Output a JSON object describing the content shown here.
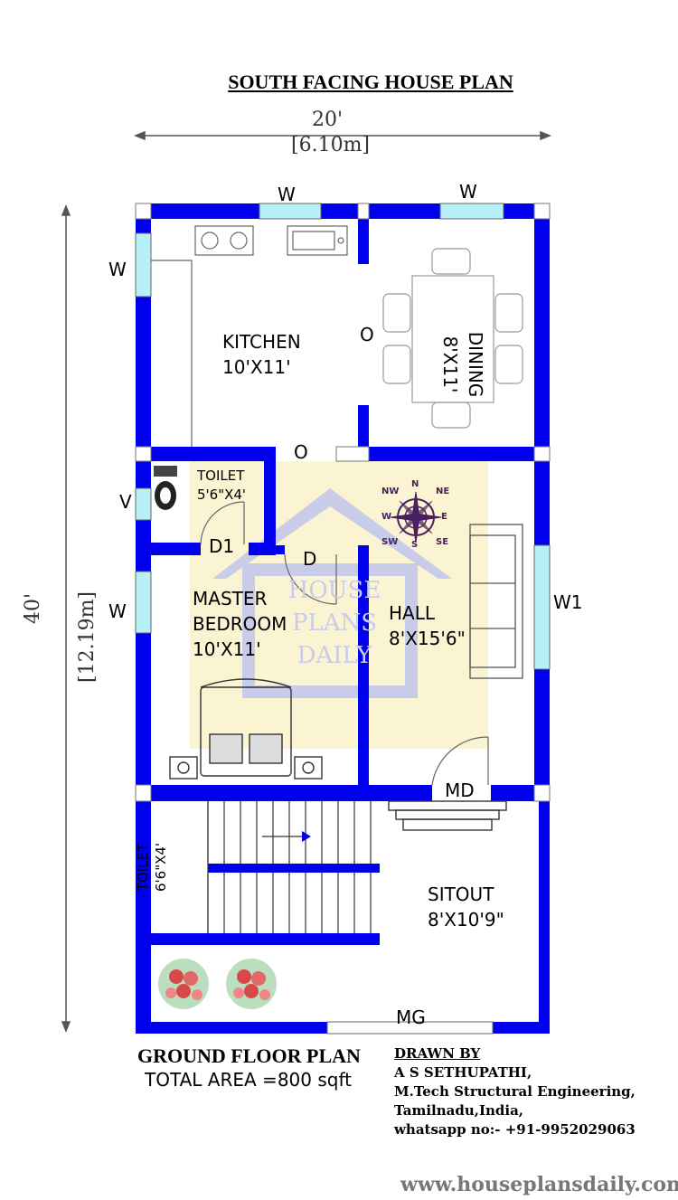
{
  "title": "SOUTH FACING HOUSE PLAN",
  "dimensions": {
    "width_ft": "20'",
    "width_m": "[6.10m]",
    "length_ft": "40'",
    "length_m": "[12.19m]"
  },
  "rooms": {
    "kitchen": {
      "name": "KITCHEN",
      "size": "10'X11'"
    },
    "dining": {
      "name": "DINING",
      "size": "8'X11'"
    },
    "toilet_1": {
      "name": "TOILET",
      "size": "5'6\"X4'"
    },
    "master_bedroom": {
      "name1": "MASTER",
      "name2": "BEDROOM",
      "size": "10'X11'"
    },
    "hall": {
      "name": "HALL",
      "size": "8'X15'6\""
    },
    "toilet_2": {
      "name": "TOILET",
      "size": "6'6\"X4'"
    },
    "sitout": {
      "name": "SITOUT",
      "size": "8'X10'9\""
    }
  },
  "openings": {
    "w_kitchen_top": "W",
    "w_dining_top": "W",
    "w_kitchen_left": "W",
    "w_bedroom_left": "W",
    "v_toilet": "V",
    "w1_hall": "W1",
    "o_kitchen_dining": "O",
    "o_kitchen_hall": "O",
    "d1_toilet": "D1",
    "d_bedroom": "D",
    "md_main_door": "MD",
    "mg_main_gate": "MG"
  },
  "compass": {
    "n": "N",
    "s": "S",
    "e": "E",
    "w": "W",
    "ne": "NE",
    "nw": "NW",
    "se": "SE",
    "sw": "SW"
  },
  "watermark": {
    "line1": "HOUSE",
    "line2": "PLANS",
    "line3": "DAILY"
  },
  "footer": {
    "plan_title": "GROUND FLOOR PLAN",
    "total_area": "TOTAL AREA =800 sqft",
    "drawn_by_label": "DRAWN BY",
    "author": "A S SETHUPATHI,",
    "qualification": "M.Tech Structural Engineering,",
    "location": "Tamilnadu,India,",
    "contact": "whatsapp no:- +91-9952029063"
  },
  "website": "www.houseplansdaily.com",
  "colors": {
    "wall": "#0000ee",
    "window": "#b8f0f8",
    "watermark_bg": "#fbf4d2",
    "watermark_fg": "#c9cce8",
    "compass": "#4a2060",
    "flowers": "#d94848",
    "leaves": "#3aa046"
  }
}
